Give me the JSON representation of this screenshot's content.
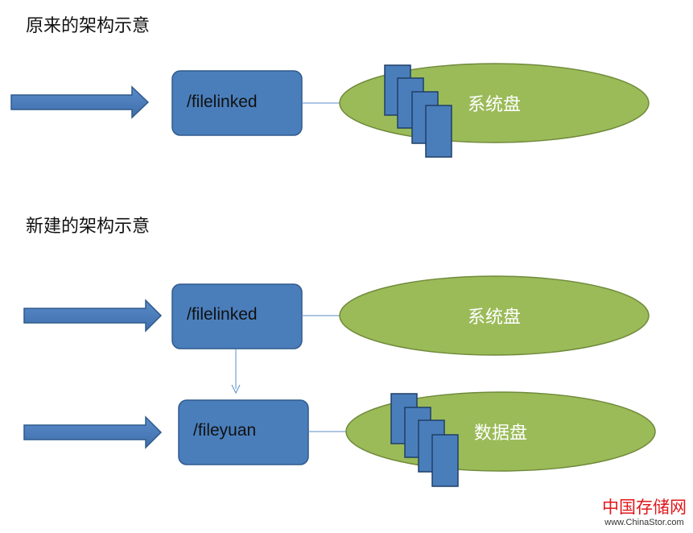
{
  "sections": {
    "original_heading": "原来的架构示意",
    "new_heading": "新建的架构示意"
  },
  "diagram1": {
    "folder_label": "/filelinked",
    "disk_label": "系统盘"
  },
  "diagram2": {
    "folder1_label": "/filelinked",
    "disk1_label": "系统盘",
    "folder2_label": "/fileyuan",
    "disk2_label": "数据盘"
  },
  "branding": {
    "name": "中国存储网",
    "url": "www.ChinaStor.com",
    "color": "#e0171b"
  },
  "colors": {
    "box_fill": "#4a7ebb",
    "box_stroke": "#2f5a8c",
    "ellipse_fill": "#9bbb59",
    "ellipse_stroke": "#6f8a3a",
    "connector": "#5b8cc9"
  }
}
